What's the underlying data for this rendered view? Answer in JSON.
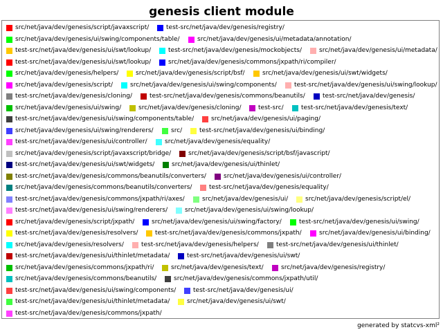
{
  "chart_data": {
    "type": "pie",
    "title": "genesis client module",
    "legend_placement": "center",
    "footer": "generated by statcvs-xml²",
    "legend": [
      [
        {
          "label": "src/net/java/dev/genesis/script/javaxscript/",
          "color": "#ff0000"
        },
        {
          "label": "test-src/net/java/dev/genesis/registry/",
          "color": "#0000ff"
        }
      ],
      [
        {
          "label": "src/net/java/dev/genesis/ui/swing/components/table/",
          "color": "#00ff00"
        },
        {
          "label": "src/net/java/dev/genesis/ui/metadata/annotation/",
          "color": "#ff00ff"
        }
      ],
      [
        {
          "label": "test-src/net/java/dev/genesis/ui/swt/lookup/",
          "color": "#ffc800"
        },
        {
          "label": "test-src/net/java/dev/genesis/mockobjects/",
          "color": "#00ffff"
        },
        {
          "label": "src/net/java/dev/genesis/ui/metadata/",
          "color": "#ffafaf"
        }
      ],
      [
        {
          "label": "test-src/net/java/dev/genesis/ui/swt/lookup/",
          "color": "#ff0000"
        },
        {
          "label": "src/net/java/dev/genesis/commons/jxpath/ri/compiler/",
          "color": "#0000ff"
        }
      ],
      [
        {
          "label": "src/net/java/dev/genesis/helpers/",
          "color": "#00ff00"
        },
        {
          "label": "src/net/java/dev/genesis/script/bsf/",
          "color": "#ffff00"
        },
        {
          "label": "src/net/java/dev/genesis/ui/swt/widgets/",
          "color": "#ffc800"
        }
      ],
      [
        {
          "label": "src/net/java/dev/genesis/script/",
          "color": "#ff00ff"
        },
        {
          "label": "src/net/java/dev/genesis/ui/swing/components/",
          "color": "#00ffff"
        },
        {
          "label": "test-src/net/java/dev/genesis/ui/swing/lookup/",
          "color": "#ffafaf"
        }
      ],
      [
        {
          "label": "test-src/net/java/dev/genesis/cloning/",
          "color": "#808080"
        },
        {
          "label": "test-src/net/java/dev/genesis/commons/beanutils/",
          "color": "#c00000"
        },
        {
          "label": "test-src/net/java/dev/genesis/",
          "color": "#0000c0"
        }
      ],
      [
        {
          "label": "src/net/java/dev/genesis/ui/swing/",
          "color": "#00c000"
        },
        {
          "label": "src/net/java/dev/genesis/cloning/",
          "color": "#c0c000"
        },
        {
          "label": "test-src/",
          "color": "#c000c0"
        },
        {
          "label": "test-src/net/java/dev/genesis/text/",
          "color": "#00c0c0"
        }
      ],
      [
        {
          "label": "test-src/net/java/dev/genesis/ui/swing/components/table/",
          "color": "#404040"
        },
        {
          "label": "src/net/java/dev/genesis/ui/paging/",
          "color": "#ff4040"
        }
      ],
      [
        {
          "label": "src/net/java/dev/genesis/ui/swing/renderers/",
          "color": "#4040ff"
        },
        {
          "label": "src/",
          "color": "#40ff40"
        },
        {
          "label": "test-src/net/java/dev/genesis/ui/binding/",
          "color": "#ffff40"
        }
      ],
      [
        {
          "label": "test-src/net/java/dev/genesis/ui/controller/",
          "color": "#ff40ff"
        },
        {
          "label": "src/net/java/dev/genesis/equality/",
          "color": "#40ffff"
        }
      ],
      [
        {
          "label": "src/net/java/dev/genesis/script/javaxscript/bridge/",
          "color": "#c0c0c0"
        },
        {
          "label": "src/net/java/dev/genesis/script/bsf/javascript/",
          "color": "#800000"
        }
      ],
      [
        {
          "label": "test-src/net/java/dev/genesis/ui/swt/widgets/",
          "color": "#000080"
        },
        {
          "label": "src/net/java/dev/genesis/ui/thinlet/",
          "color": "#008000"
        }
      ],
      [
        {
          "label": "test-src/net/java/dev/genesis/commons/beanutils/converters/",
          "color": "#808000"
        },
        {
          "label": "src/net/java/dev/genesis/ui/controller/",
          "color": "#800080"
        }
      ],
      [
        {
          "label": "src/net/java/dev/genesis/commons/beanutils/converters/",
          "color": "#008080"
        },
        {
          "label": "test-src/net/java/dev/genesis/equality/",
          "color": "#ff8080"
        }
      ],
      [
        {
          "label": "test-src/net/java/dev/genesis/commons/jxpath/ri/axes/",
          "color": "#8080ff"
        },
        {
          "label": "src/net/java/dev/genesis/ui/",
          "color": "#80ff80"
        },
        {
          "label": "src/net/java/dev/genesis/script/el/",
          "color": "#ffff80"
        }
      ],
      [
        {
          "label": "test-src/net/java/dev/genesis/ui/swing/renderers/",
          "color": "#ff80ff"
        },
        {
          "label": "src/net/java/dev/genesis/ui/swing/lookup/",
          "color": "#80ffff"
        }
      ],
      [
        {
          "label": "src/net/java/dev/genesis/script/jxpath/",
          "color": "#ff0000"
        },
        {
          "label": "src/net/java/dev/genesis/ui/swing/factory/",
          "color": "#0000ff"
        },
        {
          "label": "test-src/net/java/dev/genesis/ui/swing/",
          "color": "#00ff00"
        }
      ],
      [
        {
          "label": "test-src/net/java/dev/genesis/resolvers/",
          "color": "#ffff00"
        },
        {
          "label": "test-src/net/java/dev/genesis/commons/jxpath/",
          "color": "#ffc800"
        },
        {
          "label": "src/net/java/dev/genesis/ui/binding/",
          "color": "#ff00ff"
        }
      ],
      [
        {
          "label": "src/net/java/dev/genesis/resolvers/",
          "color": "#00ffff"
        },
        {
          "label": "test-src/net/java/dev/genesis/helpers/",
          "color": "#ffafaf"
        },
        {
          "label": "test-src/net/java/dev/genesis/ui/thinlet/",
          "color": "#808080"
        }
      ],
      [
        {
          "label": "test-src/net/java/dev/genesis/ui/thinlet/metadata/",
          "color": "#c00000"
        },
        {
          "label": "test-src/net/java/dev/genesis/ui/swt/",
          "color": "#0000c0"
        }
      ],
      [
        {
          "label": "src/net/java/dev/genesis/commons/jxpath/ri/",
          "color": "#00c000"
        },
        {
          "label": "src/net/java/dev/genesis/text/",
          "color": "#c0c000"
        },
        {
          "label": "src/net/java/dev/genesis/registry/",
          "color": "#c000c0"
        }
      ],
      [
        {
          "label": "src/net/java/dev/genesis/commons/beanutils/",
          "color": "#00c0c0"
        },
        {
          "label": "src/net/java/dev/genesis/commons/jxpath/util/",
          "color": "#404040"
        }
      ],
      [
        {
          "label": "test-src/net/java/dev/genesis/ui/swing/components/",
          "color": "#ff4040"
        },
        {
          "label": "test-src/net/java/dev/genesis/ui/",
          "color": "#4040ff"
        }
      ],
      [
        {
          "label": "test-src/net/java/dev/genesis/ui/thinlet/metadata/",
          "color": "#40ff40"
        },
        {
          "label": "src/net/java/dev/genesis/ui/swt/",
          "color": "#ffff40"
        }
      ],
      [
        {
          "label": "test-src/net/java/dev/genesis/commons/jxpath/",
          "color": "#ff40ff"
        }
      ]
    ]
  }
}
